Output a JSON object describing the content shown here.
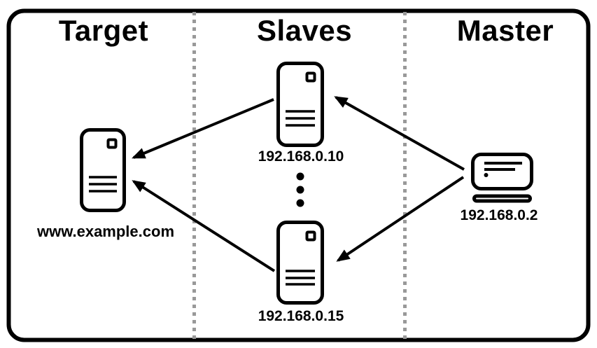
{
  "diagram": {
    "type": "network-attack-topology",
    "columns": [
      {
        "id": "target",
        "label": "Target"
      },
      {
        "id": "slaves",
        "label": "Slaves"
      },
      {
        "id": "master",
        "label": "Master"
      }
    ],
    "nodes": [
      {
        "id": "target-server",
        "icon": "server-icon",
        "label": "www.example.com",
        "column": "Target"
      },
      {
        "id": "slave-1",
        "icon": "server-icon",
        "label": "192.168.0.10",
        "column": "Slaves"
      },
      {
        "id": "slave-2",
        "icon": "server-icon",
        "label": "192.168.0.15",
        "column": "Slaves"
      },
      {
        "id": "master-pc",
        "icon": "laptop-icon",
        "label": "192.168.0.2",
        "column": "Master"
      }
    ],
    "edges": [
      {
        "from": "192.168.0.2",
        "to": "192.168.0.10"
      },
      {
        "from": "192.168.0.2",
        "to": "192.168.0.15"
      },
      {
        "from": "192.168.0.10",
        "to": "www.example.com"
      },
      {
        "from": "192.168.0.15",
        "to": "www.example.com"
      }
    ],
    "ellipsis_between_slaves": "more slaves implied",
    "colors": {
      "stroke": "#000000",
      "divider": "#999999",
      "background": "#ffffff",
      "text": "#000000"
    }
  }
}
